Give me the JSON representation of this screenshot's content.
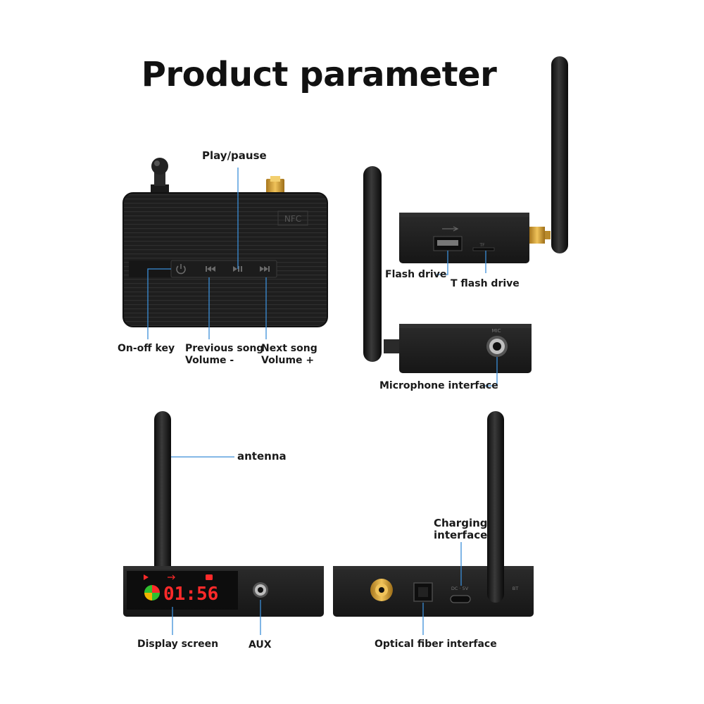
{
  "title": "Product parameter",
  "callouts": {
    "play_pause": "Play/pause",
    "on_off_key": "On-off key",
    "previous_song": "Previous song",
    "volume_minus": "Volume -",
    "next_song": "Next song",
    "volume_plus": "Volume +",
    "flash_drive": "Flash drive",
    "t_flash_drive": "T flash drive",
    "microphone_interface": "Microphone interface",
    "antenna": "antenna",
    "charging_interface_line1": "Charging",
    "charging_interface_line2": "interface",
    "display_screen": "Display screen",
    "aux": "AUX",
    "optical_fiber_interface": "Optical fiber interface"
  },
  "device_markings": {
    "nfc": "NFC",
    "tf": "TF",
    "mic": "MIC",
    "dc": "DC · 5V",
    "bt": "BT",
    "display_time": "01:56"
  },
  "colors": {
    "callout_line": "#3b8ed8",
    "device_body": "#1f1f1f",
    "display_red": "#ff2a2a",
    "gold": "#d9a441"
  }
}
